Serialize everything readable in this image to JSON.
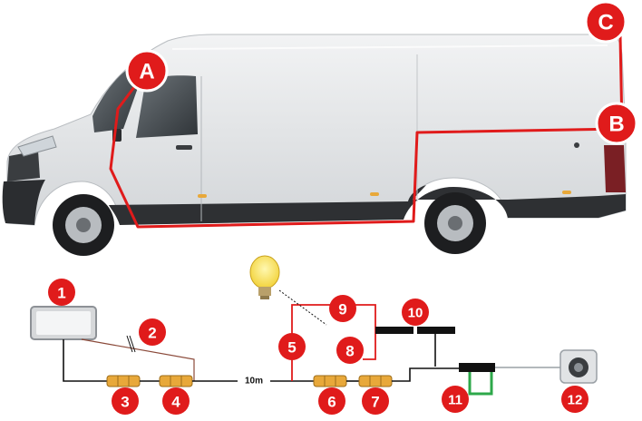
{
  "colors": {
    "badge": "#e01b1b",
    "van_body": "#e4e6e8",
    "van_stripe": "#2b2b2b",
    "route": "#e01b1b",
    "cable": "#111111",
    "connector": "#e8a83a",
    "green_loop": "#2da84a"
  },
  "van_badges": [
    "A",
    "B",
    "C"
  ],
  "component_badges": [
    "1",
    "2",
    "3",
    "4",
    "5",
    "6",
    "7",
    "8",
    "9",
    "10",
    "11",
    "12"
  ],
  "cable_length_label": "10m",
  "icons": {
    "monitor": "monitor-icon",
    "bulb": "light-bulb-icon",
    "camera": "camera-icon"
  }
}
